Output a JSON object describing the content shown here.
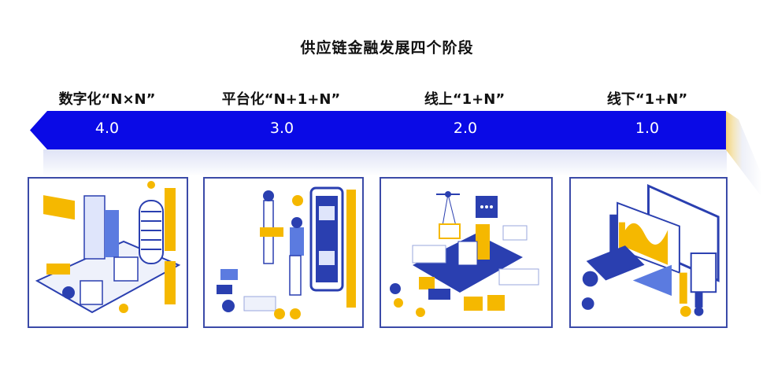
{
  "title": "供应链金融发展四个阶段",
  "colors": {
    "arrow_blue": "#0a0ae6",
    "panel_border": "#3b4aa8",
    "accent_yellow": "#f5b800",
    "illustration_blue": "#2a3fb0"
  },
  "stages": [
    {
      "label": "数字化“N×N”",
      "version": "4.0",
      "illustration": "smart-city-illustration"
    },
    {
      "label": "平台化“N+1+N”",
      "version": "3.0",
      "illustration": "platform-collaboration-illustration"
    },
    {
      "label": "线上“1+N”",
      "version": "2.0",
      "illustration": "online-logistics-illustration"
    },
    {
      "label": "线下“1+N”",
      "version": "1.0",
      "illustration": "offline-analytics-illustration"
    }
  ],
  "arrow_direction": "left"
}
